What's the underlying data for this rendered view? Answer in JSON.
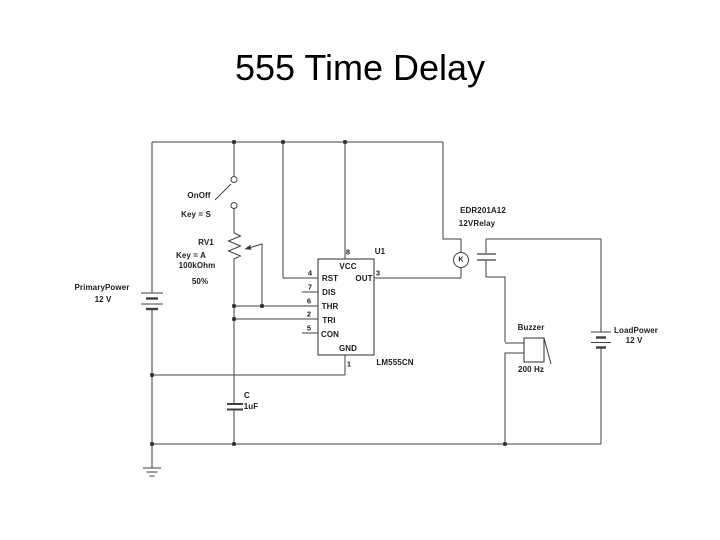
{
  "slide": {
    "title": "555 Time Delay"
  },
  "colors": {
    "background": "#ffffff",
    "wire": "#3f3f3f",
    "text": "#1c1c1c"
  },
  "schematic": {
    "primary_power": {
      "label": "PrimaryPower",
      "value": "12 V"
    },
    "on_off_switch": {
      "label": "OnOff",
      "key": "Key = S"
    },
    "potentiometer": {
      "ref": "RV1",
      "key": "Key = A",
      "resistance": "100kOhm",
      "setting": "50%"
    },
    "timer_ic": {
      "ref": "U1",
      "part": "LM555CN",
      "pin_top": {
        "number": "8",
        "label": "VCC"
      },
      "pin_bottom": {
        "number": "1",
        "label": "GND"
      },
      "pin_right": {
        "number": "3",
        "label": "OUT"
      },
      "pins_left": [
        {
          "number": "4",
          "label": "RST"
        },
        {
          "number": "7",
          "label": "DIS"
        },
        {
          "number": "6",
          "label": "THR"
        },
        {
          "number": "2",
          "label": "TRI"
        },
        {
          "number": "5",
          "label": "CON"
        }
      ]
    },
    "relay": {
      "part": "EDR201A12",
      "value": "12VRelay",
      "coil_letter": "K"
    },
    "buzzer": {
      "label": "Buzzer",
      "frequency": "200 Hz"
    },
    "load_power": {
      "label": "LoadPower",
      "value": "12 V"
    },
    "capacitor": {
      "ref": "C",
      "value": "1uF"
    }
  }
}
